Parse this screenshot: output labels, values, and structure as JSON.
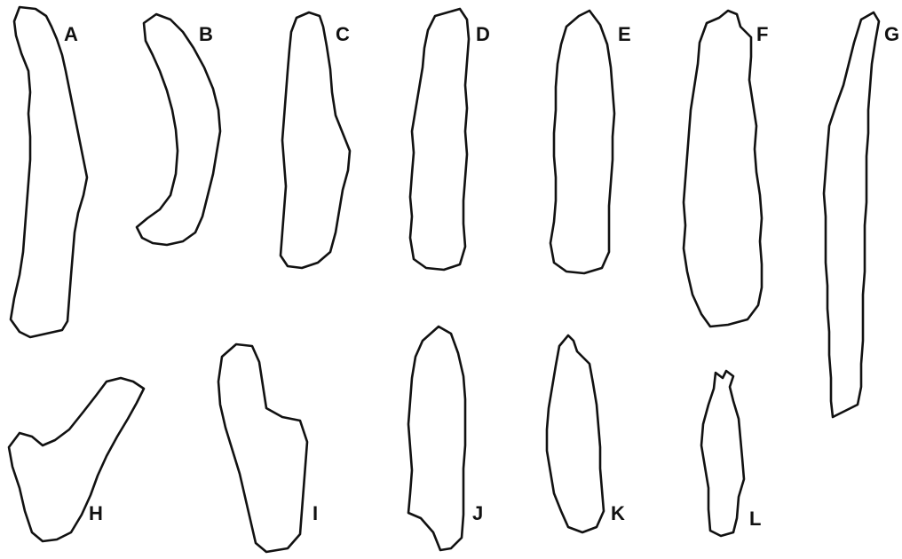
{
  "figure": {
    "background": "#ffffff",
    "stroke_color": "#111111",
    "shapes": [
      {
        "id": "A",
        "label": "A"
      },
      {
        "id": "B",
        "label": "B"
      },
      {
        "id": "C",
        "label": "C"
      },
      {
        "id": "D",
        "label": "D"
      },
      {
        "id": "E",
        "label": "E"
      },
      {
        "id": "F",
        "label": "F"
      },
      {
        "id": "G",
        "label": "G"
      },
      {
        "id": "H",
        "label": "H"
      },
      {
        "id": "I",
        "label": "I"
      },
      {
        "id": "J",
        "label": "J"
      },
      {
        "id": "K",
        "label": "K"
      },
      {
        "id": "L",
        "label": "L"
      }
    ]
  }
}
